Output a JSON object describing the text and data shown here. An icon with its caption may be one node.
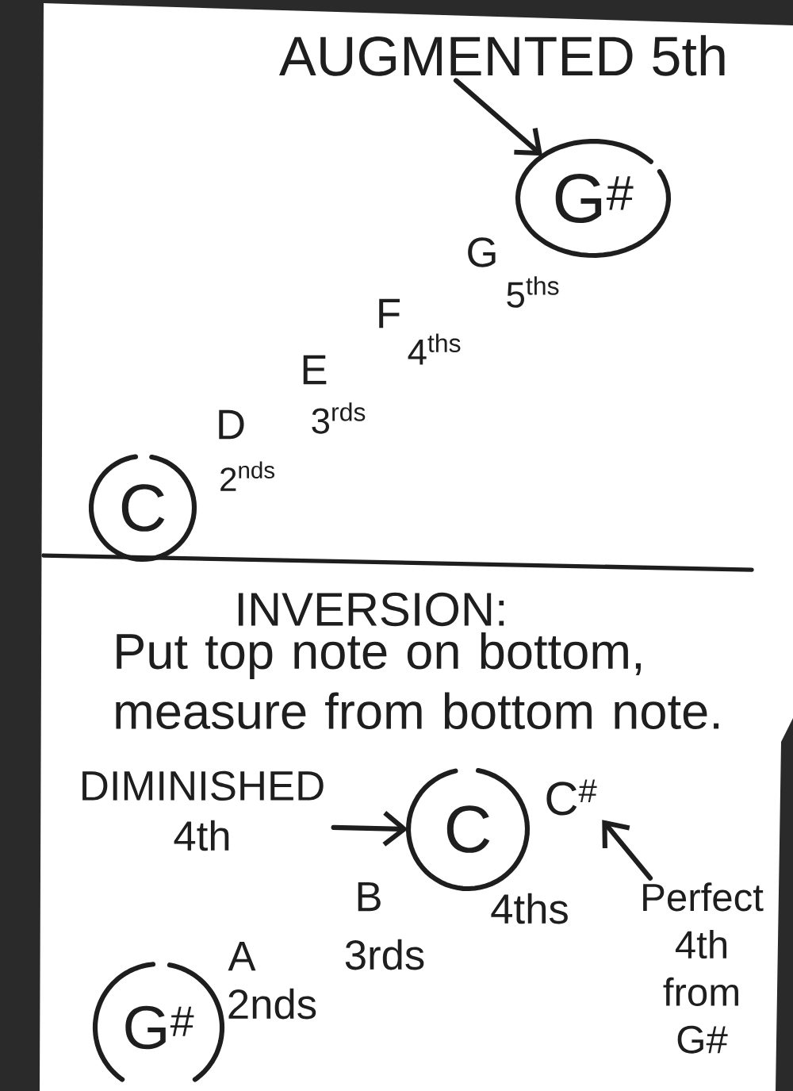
{
  "diagram": {
    "nodes": [
      {
        "text": [
          "AUGMENTED 5th"
        ]
      },
      {
        "text": [
          "G$^{#}$"
        ]
      },
      {
        "text": [
          "C"
        ]
      },
      {
        "text": [
          "DIMINISHED 4th"
        ]
      },
      {
        "text": [
          "C"
        ]
      },
      {
        "text": [
          "C$^{#}$"
        ]
      },
      {
        "text": [
          "Perfect 4th from G#"
        ]
      },
      {
        "text": [
          "G$^{#}$"
        ]
      }
    ],
    "edges": [
      {
        "from": 0,
        "to": 1,
        "arrow": "to"
      },
      {
        "from": 3,
        "to": 4,
        "arrow": "to"
      },
      {
        "from": 6,
        "to": 5,
        "arrow": "to"
      }
    ],
    "labels": [
      "G",
      "5$^{ths}$",
      "F",
      "4$^{ths}$",
      "E",
      "3$^{rds}$",
      "D",
      "2$^{nds}$",
      "INVERSION:",
      "Put top note on bottom, measure from bottom note.",
      "B",
      "4ths",
      "A",
      "3rds",
      "2nds"
    ]
  }
}
